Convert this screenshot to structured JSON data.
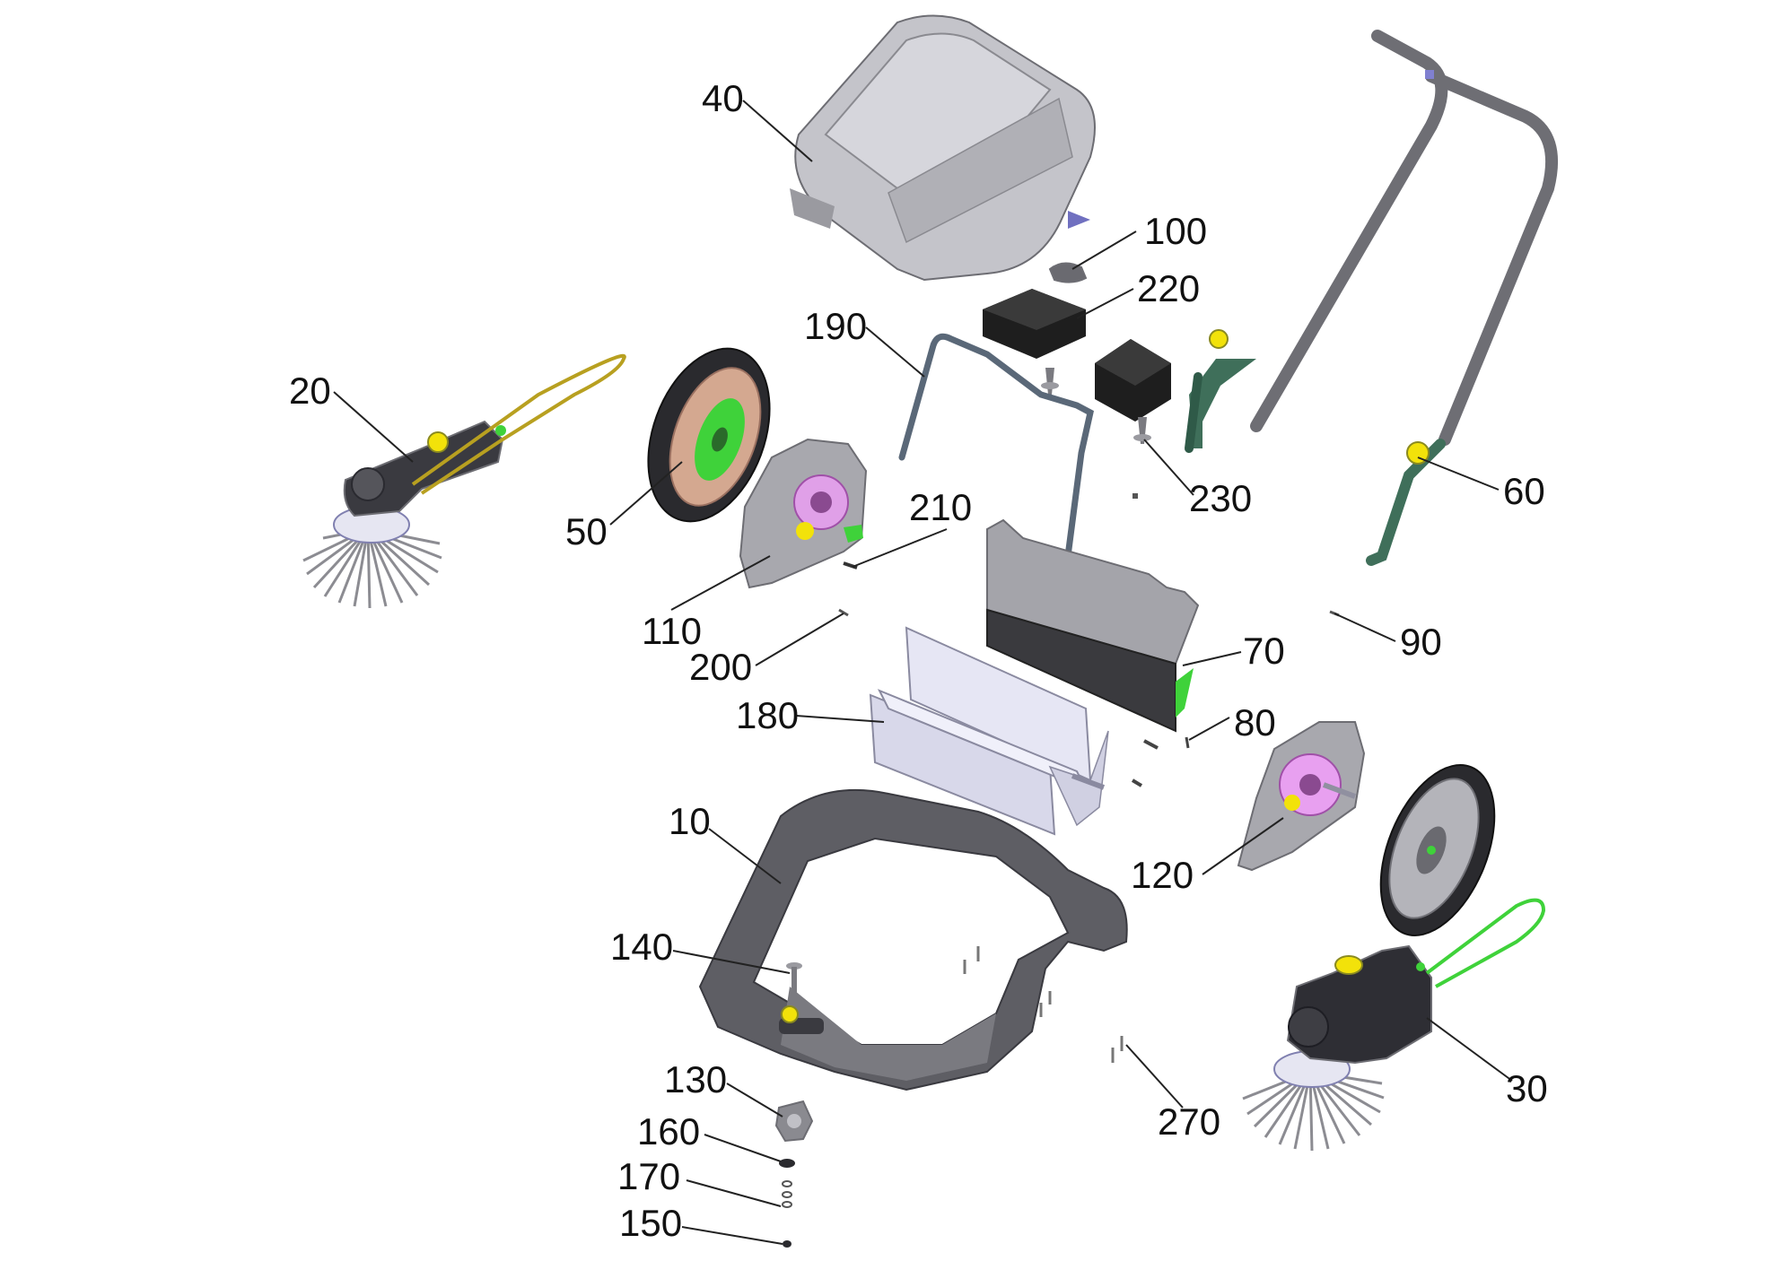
{
  "callouts": {
    "c10": "10",
    "c20": "20",
    "c30": "30",
    "c40": "40",
    "c50": "50",
    "c60": "60",
    "c70": "70",
    "c80": "80",
    "c90": "90",
    "c100": "100",
    "c110": "110",
    "c120": "120",
    "c130": "130",
    "c140": "140",
    "c150": "150",
    "c160": "160",
    "c170": "170",
    "c180": "180",
    "c190": "190",
    "c200": "200",
    "c210": "210",
    "c220": "220",
    "c230": "230",
    "c270": "270"
  },
  "colors": {
    "part_gray": "#b9b9bf",
    "part_dark": "#4a4a50",
    "frame_dark": "#58585e",
    "accent_green": "#3fd23a",
    "accent_yellow": "#f2e20a",
    "accent_magenta": "#d070d8",
    "wheel_rim": "#d4a890",
    "foam_black": "#1e1e1e",
    "handle_green": "#3f6f5a",
    "wire_yellow": "#b8a020"
  }
}
